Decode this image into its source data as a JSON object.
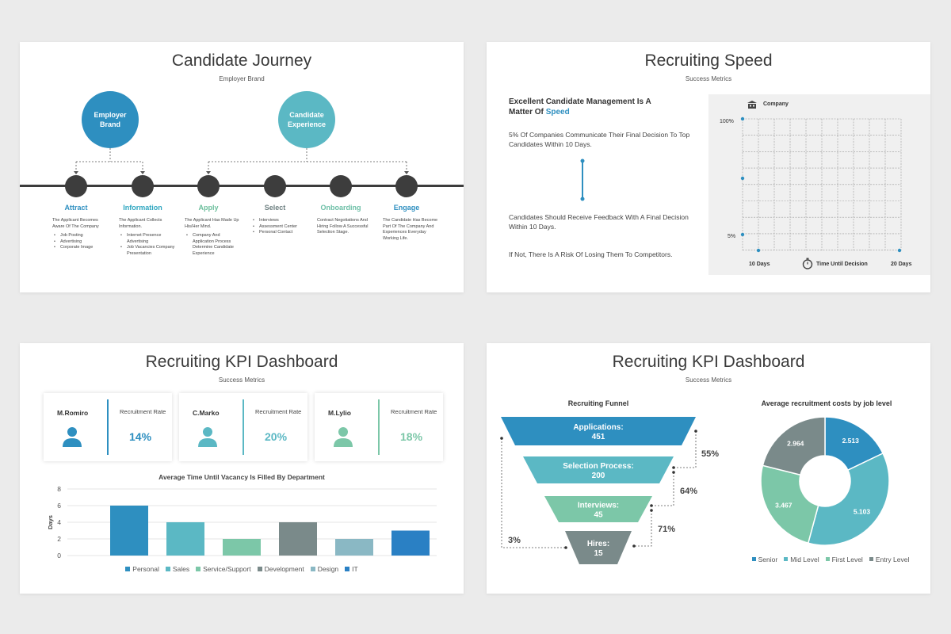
{
  "slide1": {
    "title": "Candidate Journey",
    "subtitle": "Employer Brand",
    "big_circles": [
      {
        "label": "Employer Brand",
        "color": "#2e8fc0"
      },
      {
        "label": "Candidate Experience",
        "color": "#5bb8c4"
      }
    ],
    "stages": [
      {
        "label": "Attract",
        "color": "#2e8fc0",
        "desc": "The Applicant Becomes Aware Of The Company",
        "bullets": [
          "Job Posting",
          "Advertising",
          "Corporate Image"
        ]
      },
      {
        "label": "Information",
        "color": "#2ea6c0",
        "desc": "The Applicant Collects Information.",
        "bullets": [
          "Internet Presence Advertising",
          "Job Vacancies Company Presentation"
        ]
      },
      {
        "label": "Apply",
        "color": "#6cbf9c",
        "desc": "The Applicant Has Made Up His/Her Mind.",
        "bullets": [
          "Company And Application Process Determine Candidate Experience"
        ]
      },
      {
        "label": "Select",
        "color": "#6d7f80",
        "desc": "",
        "bullets": [
          "Interviews",
          "Assessment Center",
          "Personal Contact"
        ]
      },
      {
        "label": "Onboarding",
        "color": "#6cbfa6",
        "desc": "Contract Negotiations And Hiring Follow A Successful Selection Stage.",
        "bullets": []
      },
      {
        "label": "Engage",
        "color": "#2e8fc0",
        "desc": "The Candidate Has Become Part Of The Company And Experiences Everyday Working Life.",
        "bullets": []
      }
    ]
  },
  "slide2": {
    "title": "Recruiting Speed",
    "subtitle": "Success Metrics",
    "heading_prefix": "Excellent Candidate Management Is A Matter Of",
    "heading_highlight": "Speed",
    "para1": "5% Of Companies Communicate Their Final Decision To Top Candidates Within 10 Days.",
    "para2": "Candidates Should Receive Feedback With A Final Decision Within 10 Days.",
    "para3": "If Not, There Is A Risk Of Losing Them To Competitors.",
    "chart": {
      "y_title": "Company",
      "x_title": "Time Until Decision",
      "y_top": "100%",
      "y_bottom": "5%",
      "x_left": "10 Days",
      "x_right": "20 Days"
    }
  },
  "slide3": {
    "title": "Recruiting KPI Dashboard",
    "subtitle": "Success Metrics",
    "cards": [
      {
        "name": "M.Romiro",
        "rate_label": "Recruitment Rate",
        "rate": "14%",
        "color": "#2e8fc0"
      },
      {
        "name": "C.Marko",
        "rate_label": "Recruitment Rate",
        "rate": "20%",
        "color": "#5bb8c4"
      },
      {
        "name": "M.Lylio",
        "rate_label": "Recruitment Rate",
        "rate": "18%",
        "color": "#7cc7a8"
      }
    ]
  },
  "slide4": {
    "title": "Recruiting KPI Dashboard",
    "subtitle": "Success Metrics",
    "funnel_title": "Recruiting Funnel",
    "funnel": [
      {
        "label": "Applications:",
        "value": "451",
        "color": "#2e8fc0"
      },
      {
        "label": "Selection Process:",
        "value": "200",
        "color": "#5bb8c4"
      },
      {
        "label": "Interviews:",
        "value": "45",
        "color": "#7cc7a8"
      },
      {
        "label": "Hires:",
        "value": "15",
        "color": "#7a8a8a"
      }
    ],
    "funnel_pcts": [
      "55%",
      "64%",
      "71%",
      "3%"
    ],
    "donut_title": "Average recruitment costs by job level"
  },
  "chart_data": [
    {
      "type": "bar",
      "title": "Average Time Until Vacancy Is Filled By Department",
      "xlabel": "",
      "ylabel": "Days",
      "ylim": [
        0,
        8
      ],
      "yticks": [
        0,
        2,
        4,
        6,
        8
      ],
      "grid": true,
      "legend": "bottom",
      "categories": [
        "Personal",
        "Sales",
        "Service/Support",
        "Development",
        "Design",
        "IT"
      ],
      "values": [
        6,
        4,
        2,
        4,
        2,
        3
      ],
      "colors": [
        "#2e8fc0",
        "#5bb8c4",
        "#7cc7a8",
        "#7a8a8a",
        "#8ab8c4",
        "#2a80c4"
      ]
    },
    {
      "type": "pie",
      "donut": true,
      "title": "Average recruitment costs by job level",
      "legend": "bottom",
      "labels": [
        "Senior",
        "Mid Level",
        "First Level",
        "Entry Level"
      ],
      "values": [
        2.513,
        5.103,
        3.467,
        2.964
      ],
      "colors": [
        "#2e8fc0",
        "#5bb8c4",
        "#7cc7a8",
        "#7a8a8a"
      ]
    }
  ]
}
